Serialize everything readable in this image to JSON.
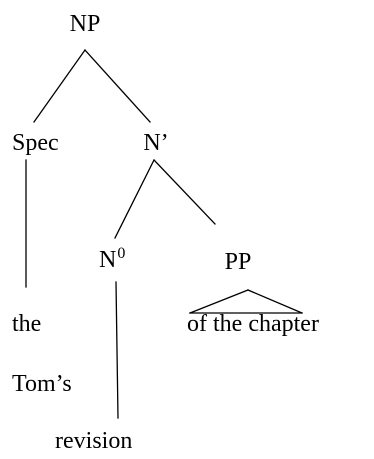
{
  "tree": {
    "np": "NP",
    "spec": "Spec",
    "n_bar": "N’",
    "n0_base": "N",
    "n0_sup": "0",
    "pp": "PP",
    "det_1": "the",
    "det_2": "Tom’s",
    "head": "revision",
    "pp_content": "of the chapter"
  }
}
